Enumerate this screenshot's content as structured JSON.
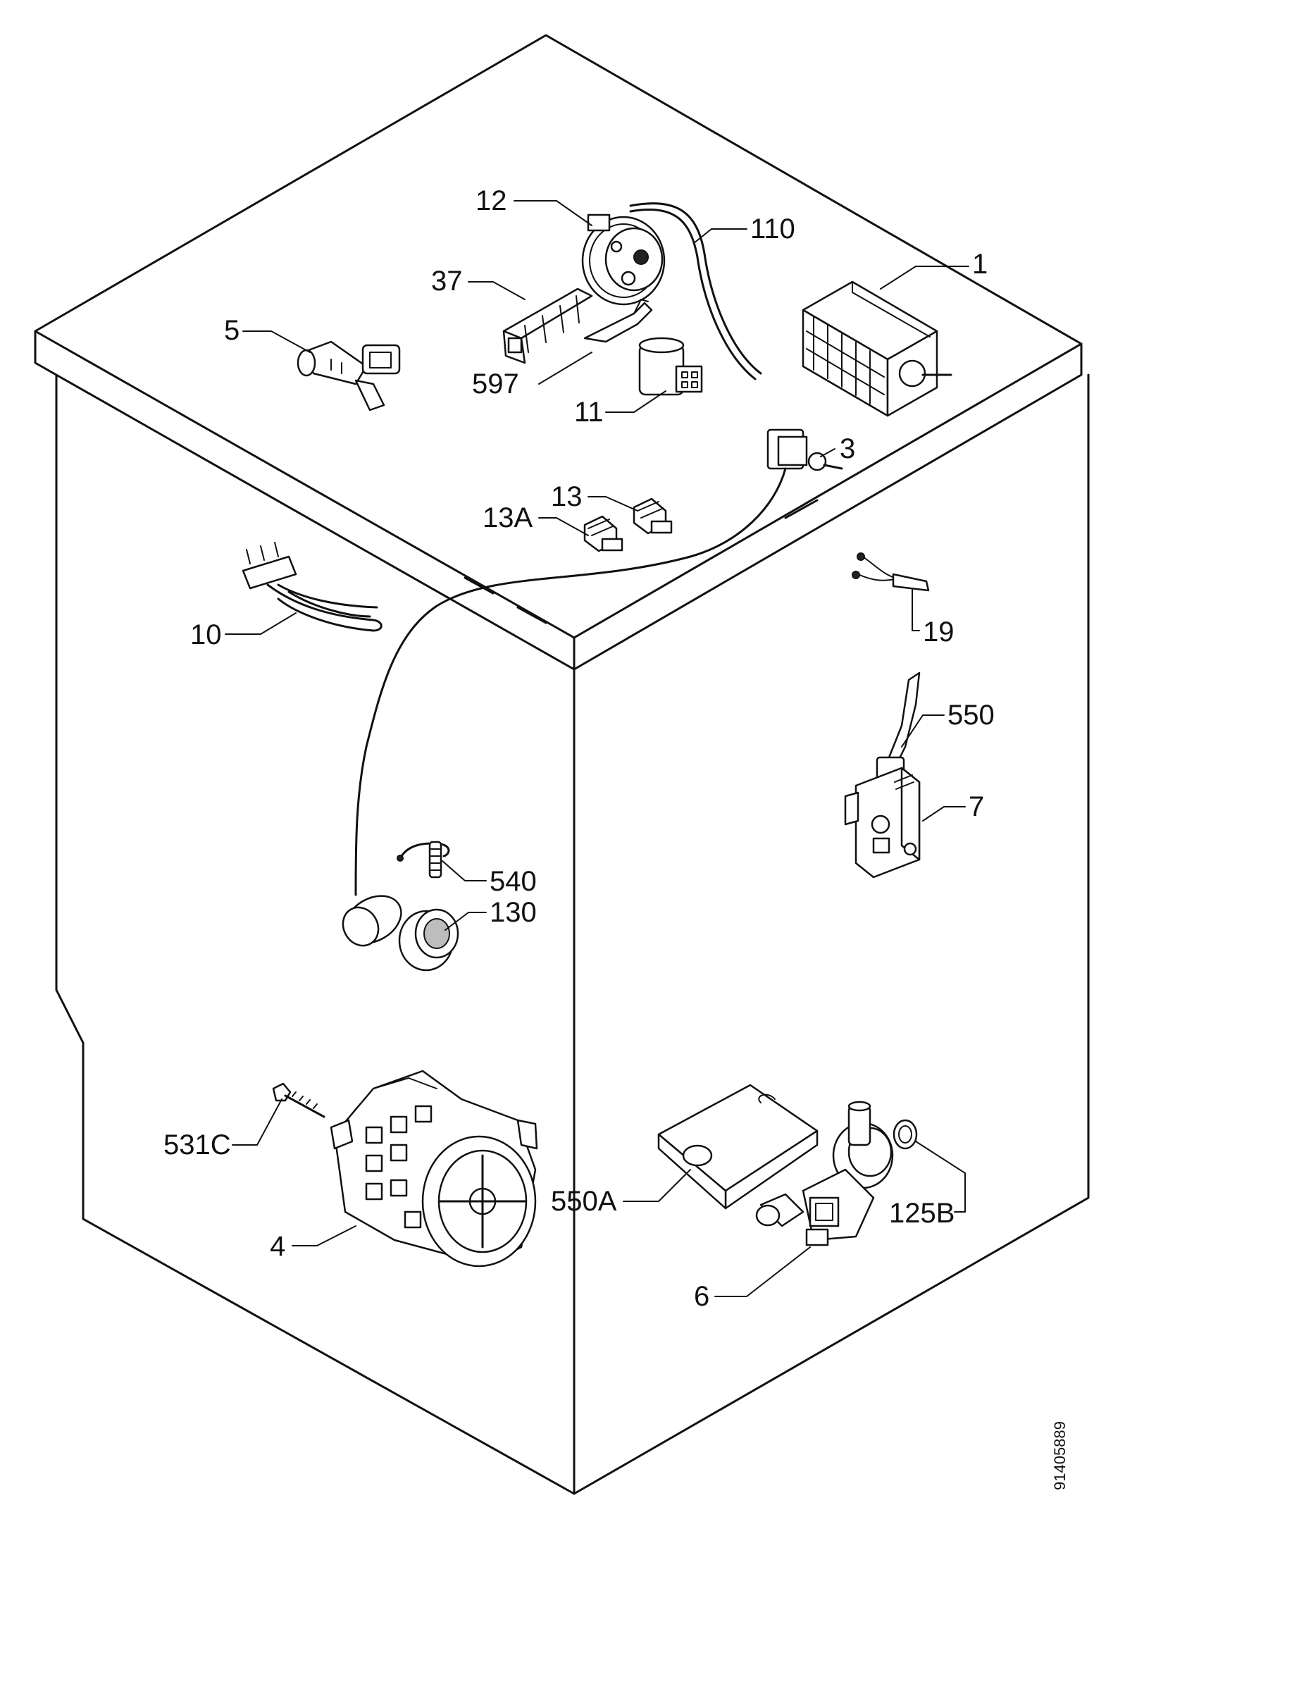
{
  "labels": {
    "p1": "1",
    "p3": "3",
    "p4": "4",
    "p5": "5",
    "p6": "6",
    "p7": "7",
    "p10": "10",
    "p11": "11",
    "p12": "12",
    "p13": "13",
    "p13a": "13A",
    "p19": "19",
    "p37": "37",
    "p110": "110",
    "p125b": "125B",
    "p130": "130",
    "p531c": "531C",
    "p540": "540",
    "p550": "550",
    "p550a": "550A",
    "p597": "597"
  },
  "document_number": "91405889"
}
